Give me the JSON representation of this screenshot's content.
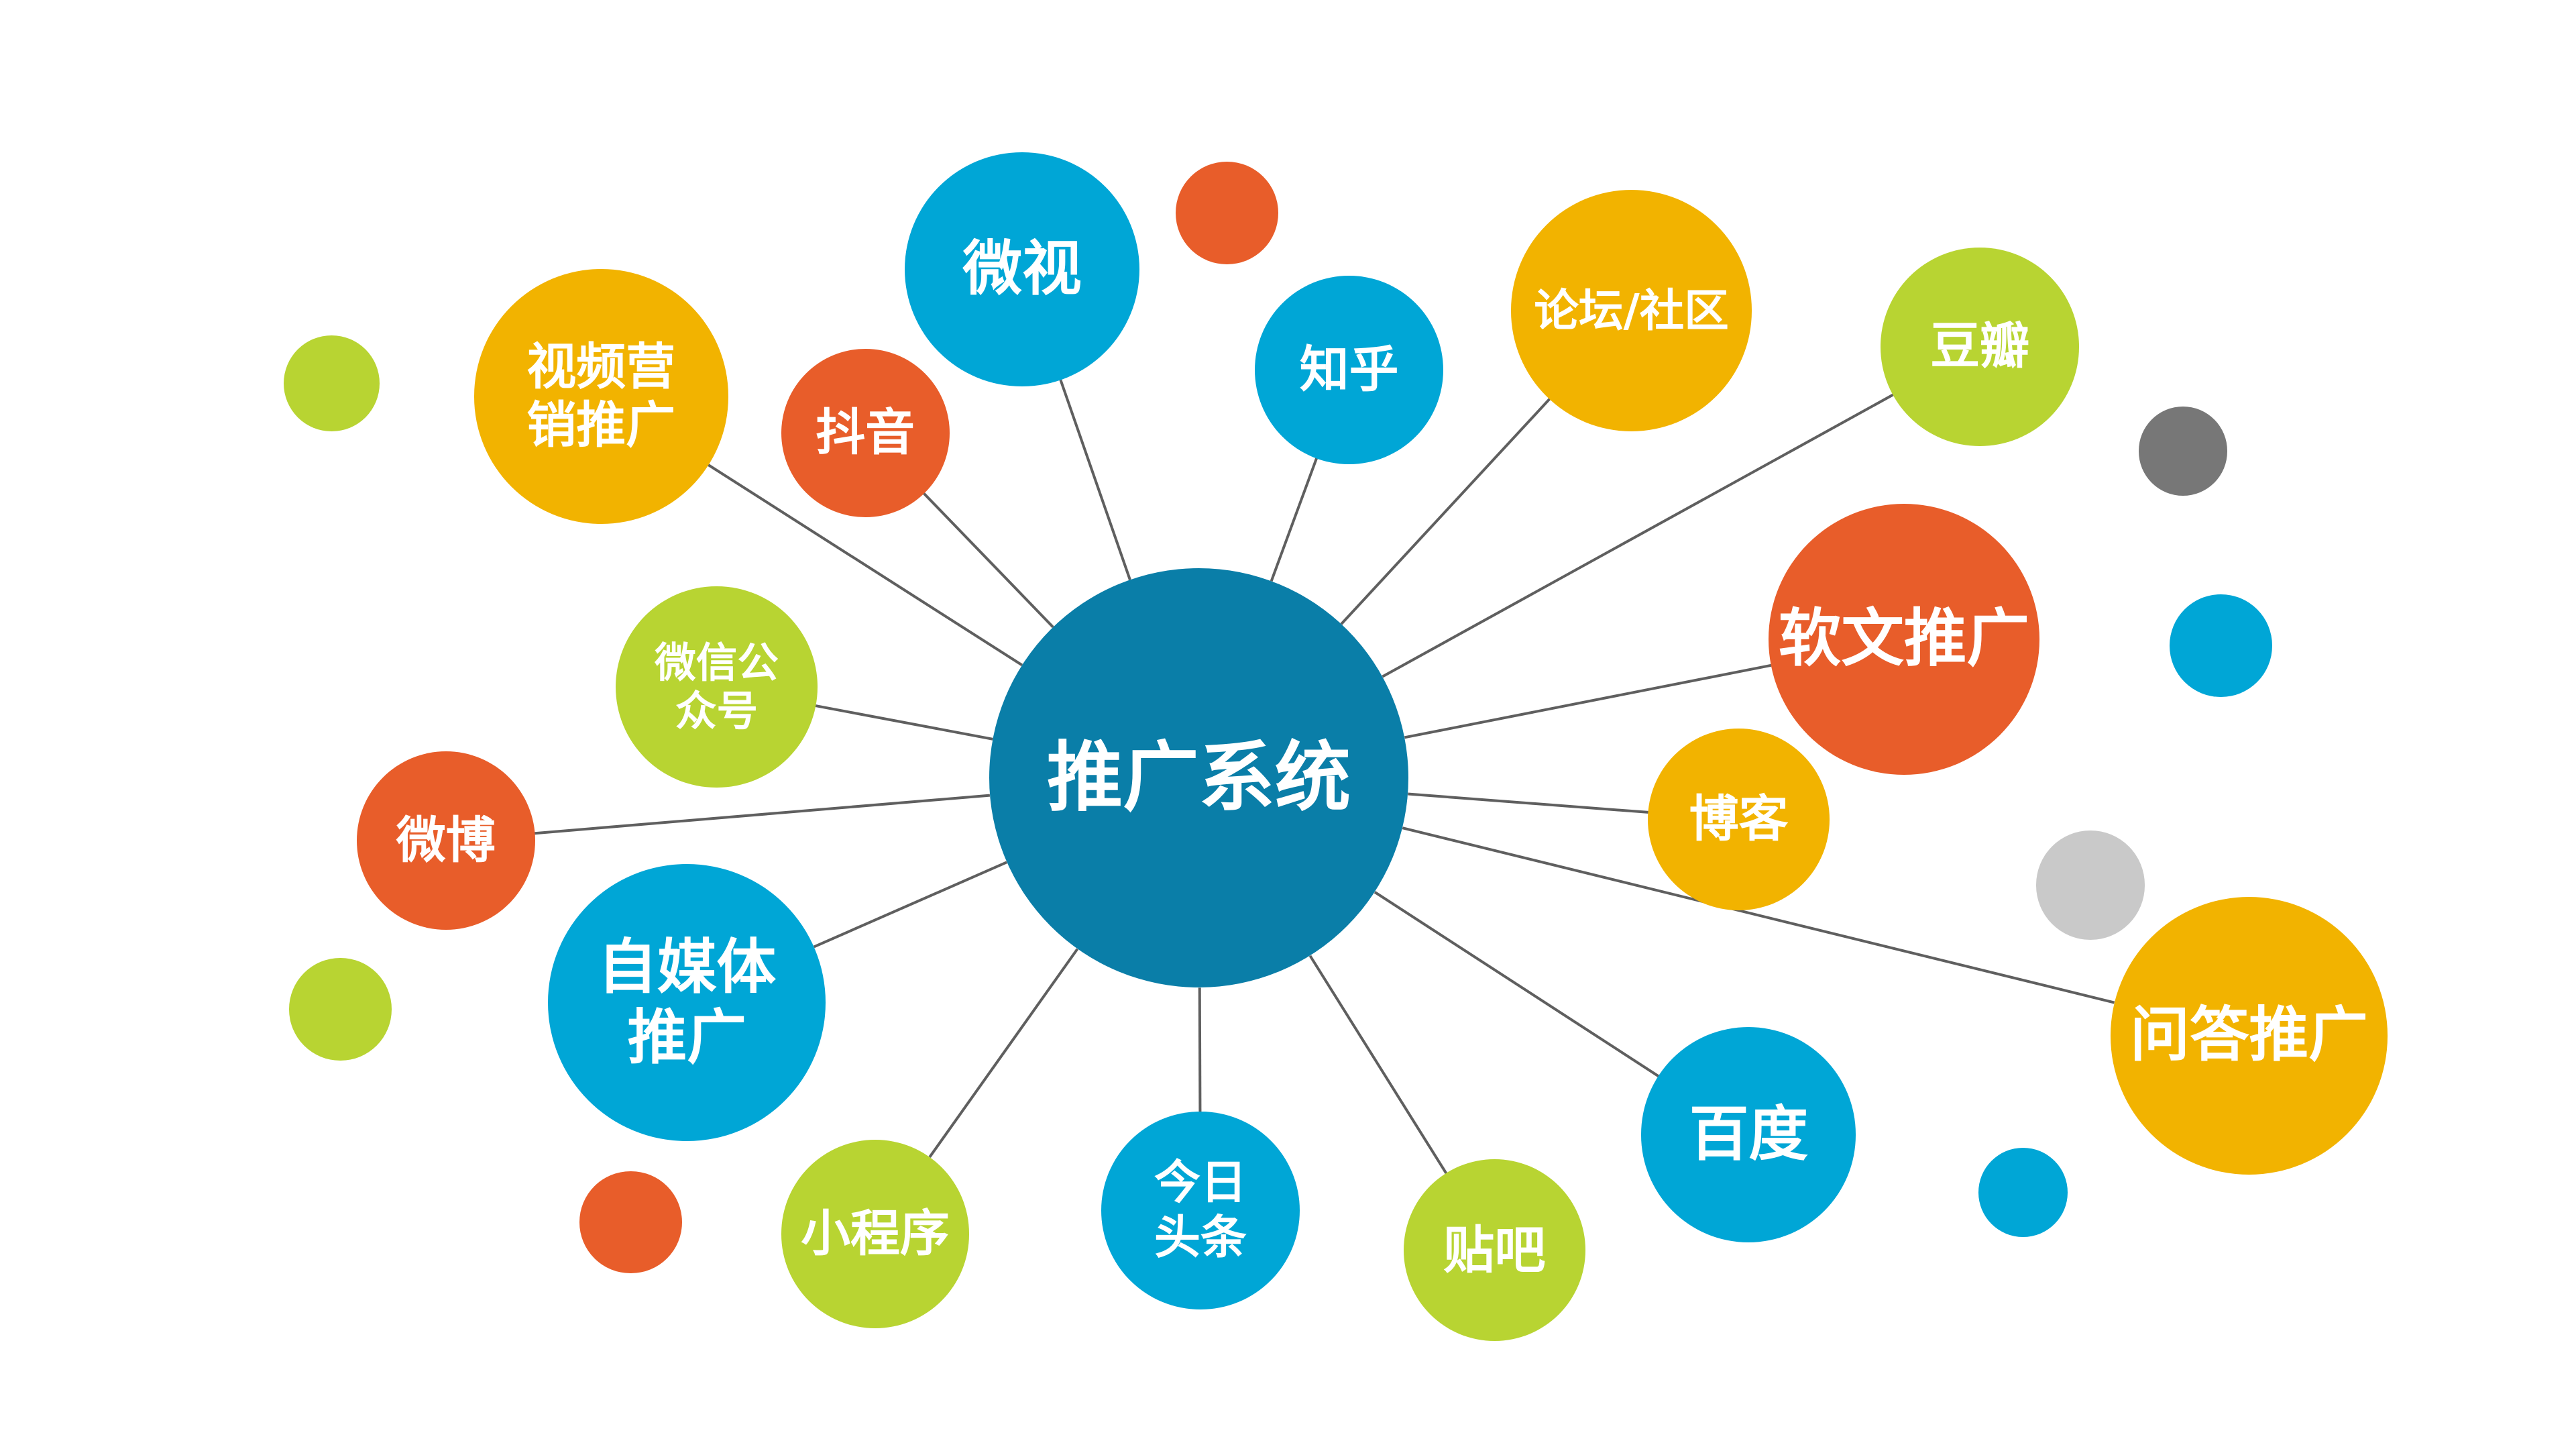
{
  "palette": {
    "hub": "#0a7ea8",
    "blue": "#00a6d6",
    "orange": "#f2b300",
    "red": "#e85d2a",
    "green": "#b8d432",
    "gray_dark": "#777777",
    "gray_light": "#c9c9c9",
    "connector": "#5f5f5f"
  },
  "hub": {
    "label": "推广系统",
    "color": "hub"
  },
  "nodes": [
    {
      "id": "video-marketing",
      "label": "视频营\n销推广",
      "color": "orange"
    },
    {
      "id": "douyin",
      "label": "抖音",
      "color": "red"
    },
    {
      "id": "weishi",
      "label": "微视",
      "color": "blue"
    },
    {
      "id": "zhihu",
      "label": "知乎",
      "color": "blue"
    },
    {
      "id": "forum",
      "label": "论坛/社区",
      "color": "orange"
    },
    {
      "id": "douban",
      "label": "豆瓣",
      "color": "green"
    },
    {
      "id": "soft-article",
      "label": "软文推广",
      "color": "red"
    },
    {
      "id": "blog",
      "label": "博客",
      "color": "orange"
    },
    {
      "id": "qa",
      "label": "问答推广",
      "color": "orange"
    },
    {
      "id": "baidu",
      "label": "百度",
      "color": "blue"
    },
    {
      "id": "tieba",
      "label": "贴吧",
      "color": "green"
    },
    {
      "id": "toutiao",
      "label": "今日\n头条",
      "color": "blue"
    },
    {
      "id": "mini-program",
      "label": "小程序",
      "color": "green"
    },
    {
      "id": "we-media",
      "label": "自媒体\n推广",
      "color": "blue"
    },
    {
      "id": "weibo",
      "label": "微博",
      "color": "red"
    },
    {
      "id": "wechat-official",
      "label": "微信公\n众号",
      "color": "green"
    }
  ],
  "decor_dots": [
    {
      "color": "red"
    },
    {
      "color": "green"
    },
    {
      "color": "gray_dark"
    },
    {
      "color": "blue"
    },
    {
      "color": "gray_light"
    },
    {
      "color": "green"
    },
    {
      "color": "red"
    },
    {
      "color": "blue"
    }
  ]
}
